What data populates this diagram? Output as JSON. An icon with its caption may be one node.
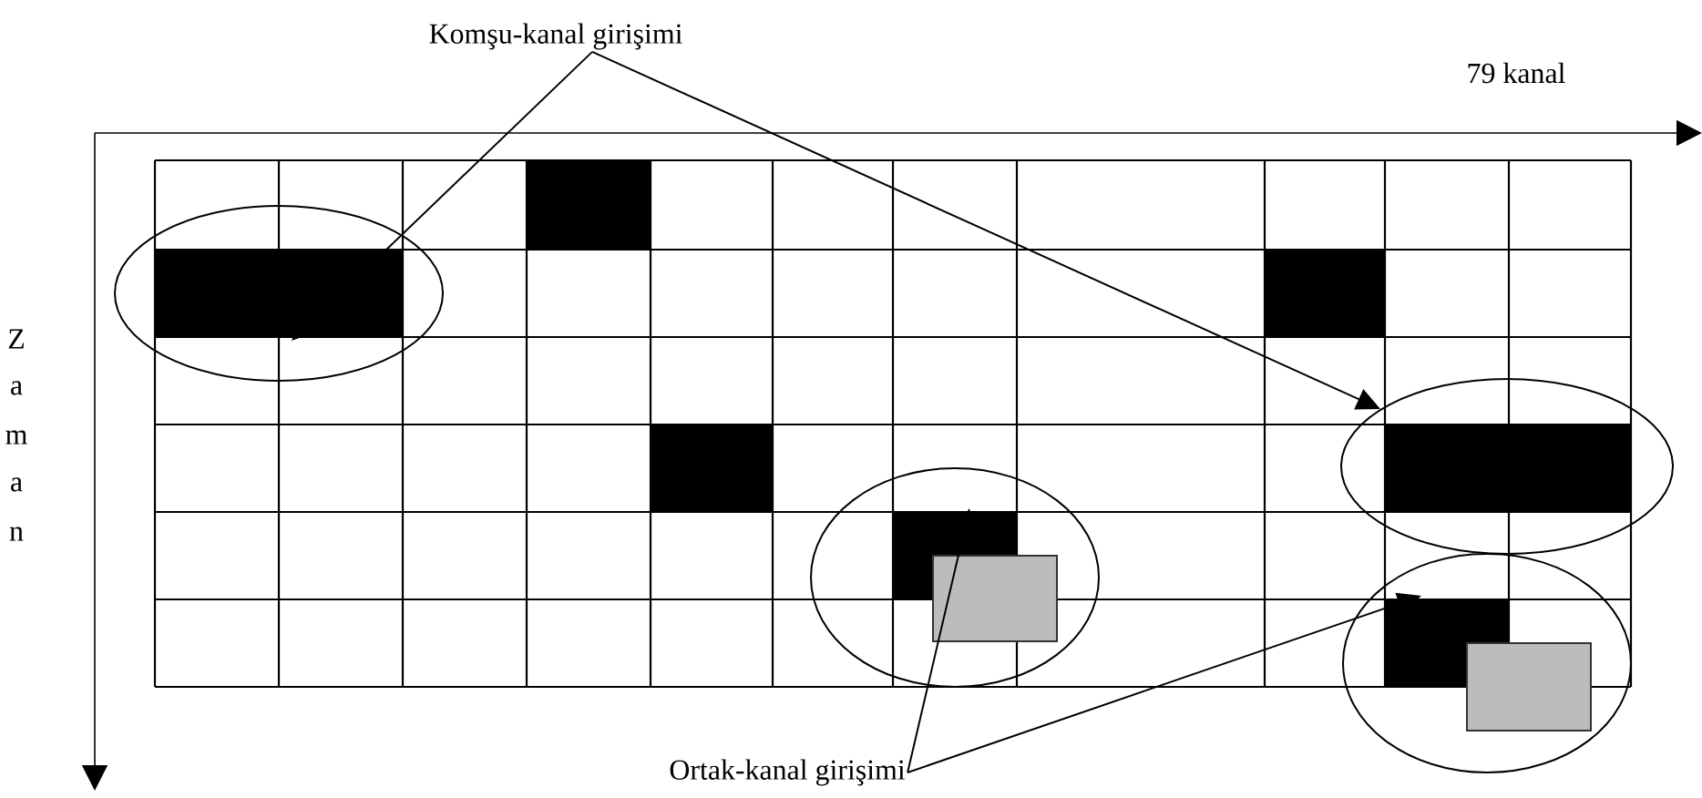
{
  "diagram": {
    "nodes": [
      {
        "text": [
          "Komşu-kanal girişimi"
        ]
      },
      {
        "text": [],
        "shape": "ellipse"
      },
      {
        "text": [],
        "shape": "ellipse"
      },
      {
        "text": [],
        "shape": "ellipse"
      },
      {
        "text": [],
        "shape": "ellipse"
      },
      {
        "text": [
          "Ortak-kanal girişimi"
        ]
      }
    ],
    "edges": [
      {
        "from": 0,
        "to": 1,
        "arrow": "to"
      },
      {
        "from": 0,
        "to": 2,
        "arrow": "to"
      },
      {
        "from": 5,
        "to": 3,
        "arrow": "to"
      },
      {
        "from": 5,
        "to": 4,
        "arrow": "to"
      }
    ],
    "labels": [
      "79 kanal",
      "Z",
      "a",
      "m",
      "a",
      "n"
    ]
  }
}
